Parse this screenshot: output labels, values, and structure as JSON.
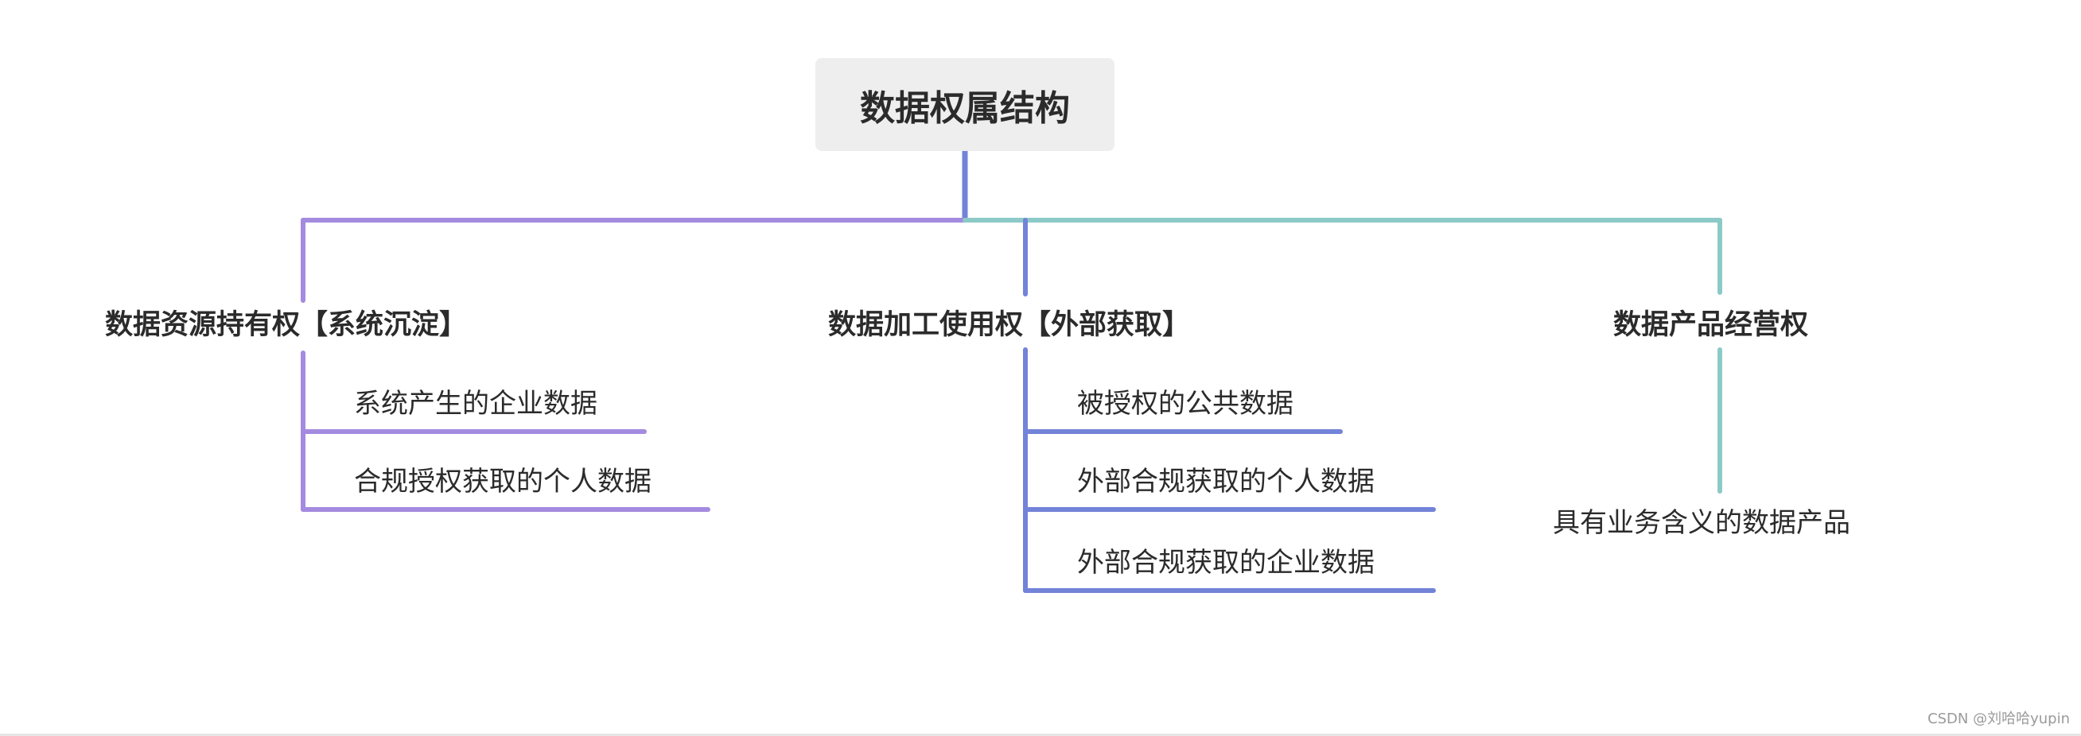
{
  "root": {
    "label": "数据权属结构"
  },
  "branches": [
    {
      "label": "数据资源持有权【系统沉淀】",
      "color": "#a48be0",
      "children": [
        "系统产生的企业数据",
        "合规授权获取的个人数据"
      ]
    },
    {
      "label": "数据加工使用权【外部获取】",
      "color": "#7283d8",
      "children": [
        "被授权的公共数据",
        "外部合规获取的个人数据",
        "外部合规获取的企业数据"
      ]
    },
    {
      "label": "数据产品经营权",
      "color": "#8ccac8",
      "children": [
        "具有业务含义的数据产品"
      ]
    }
  ],
  "colors": {
    "root_fill": "#eeeeee",
    "trunk": "#7283d8",
    "text": "#2b2b2b"
  },
  "watermark": "CSDN @刘哈哈yupin"
}
